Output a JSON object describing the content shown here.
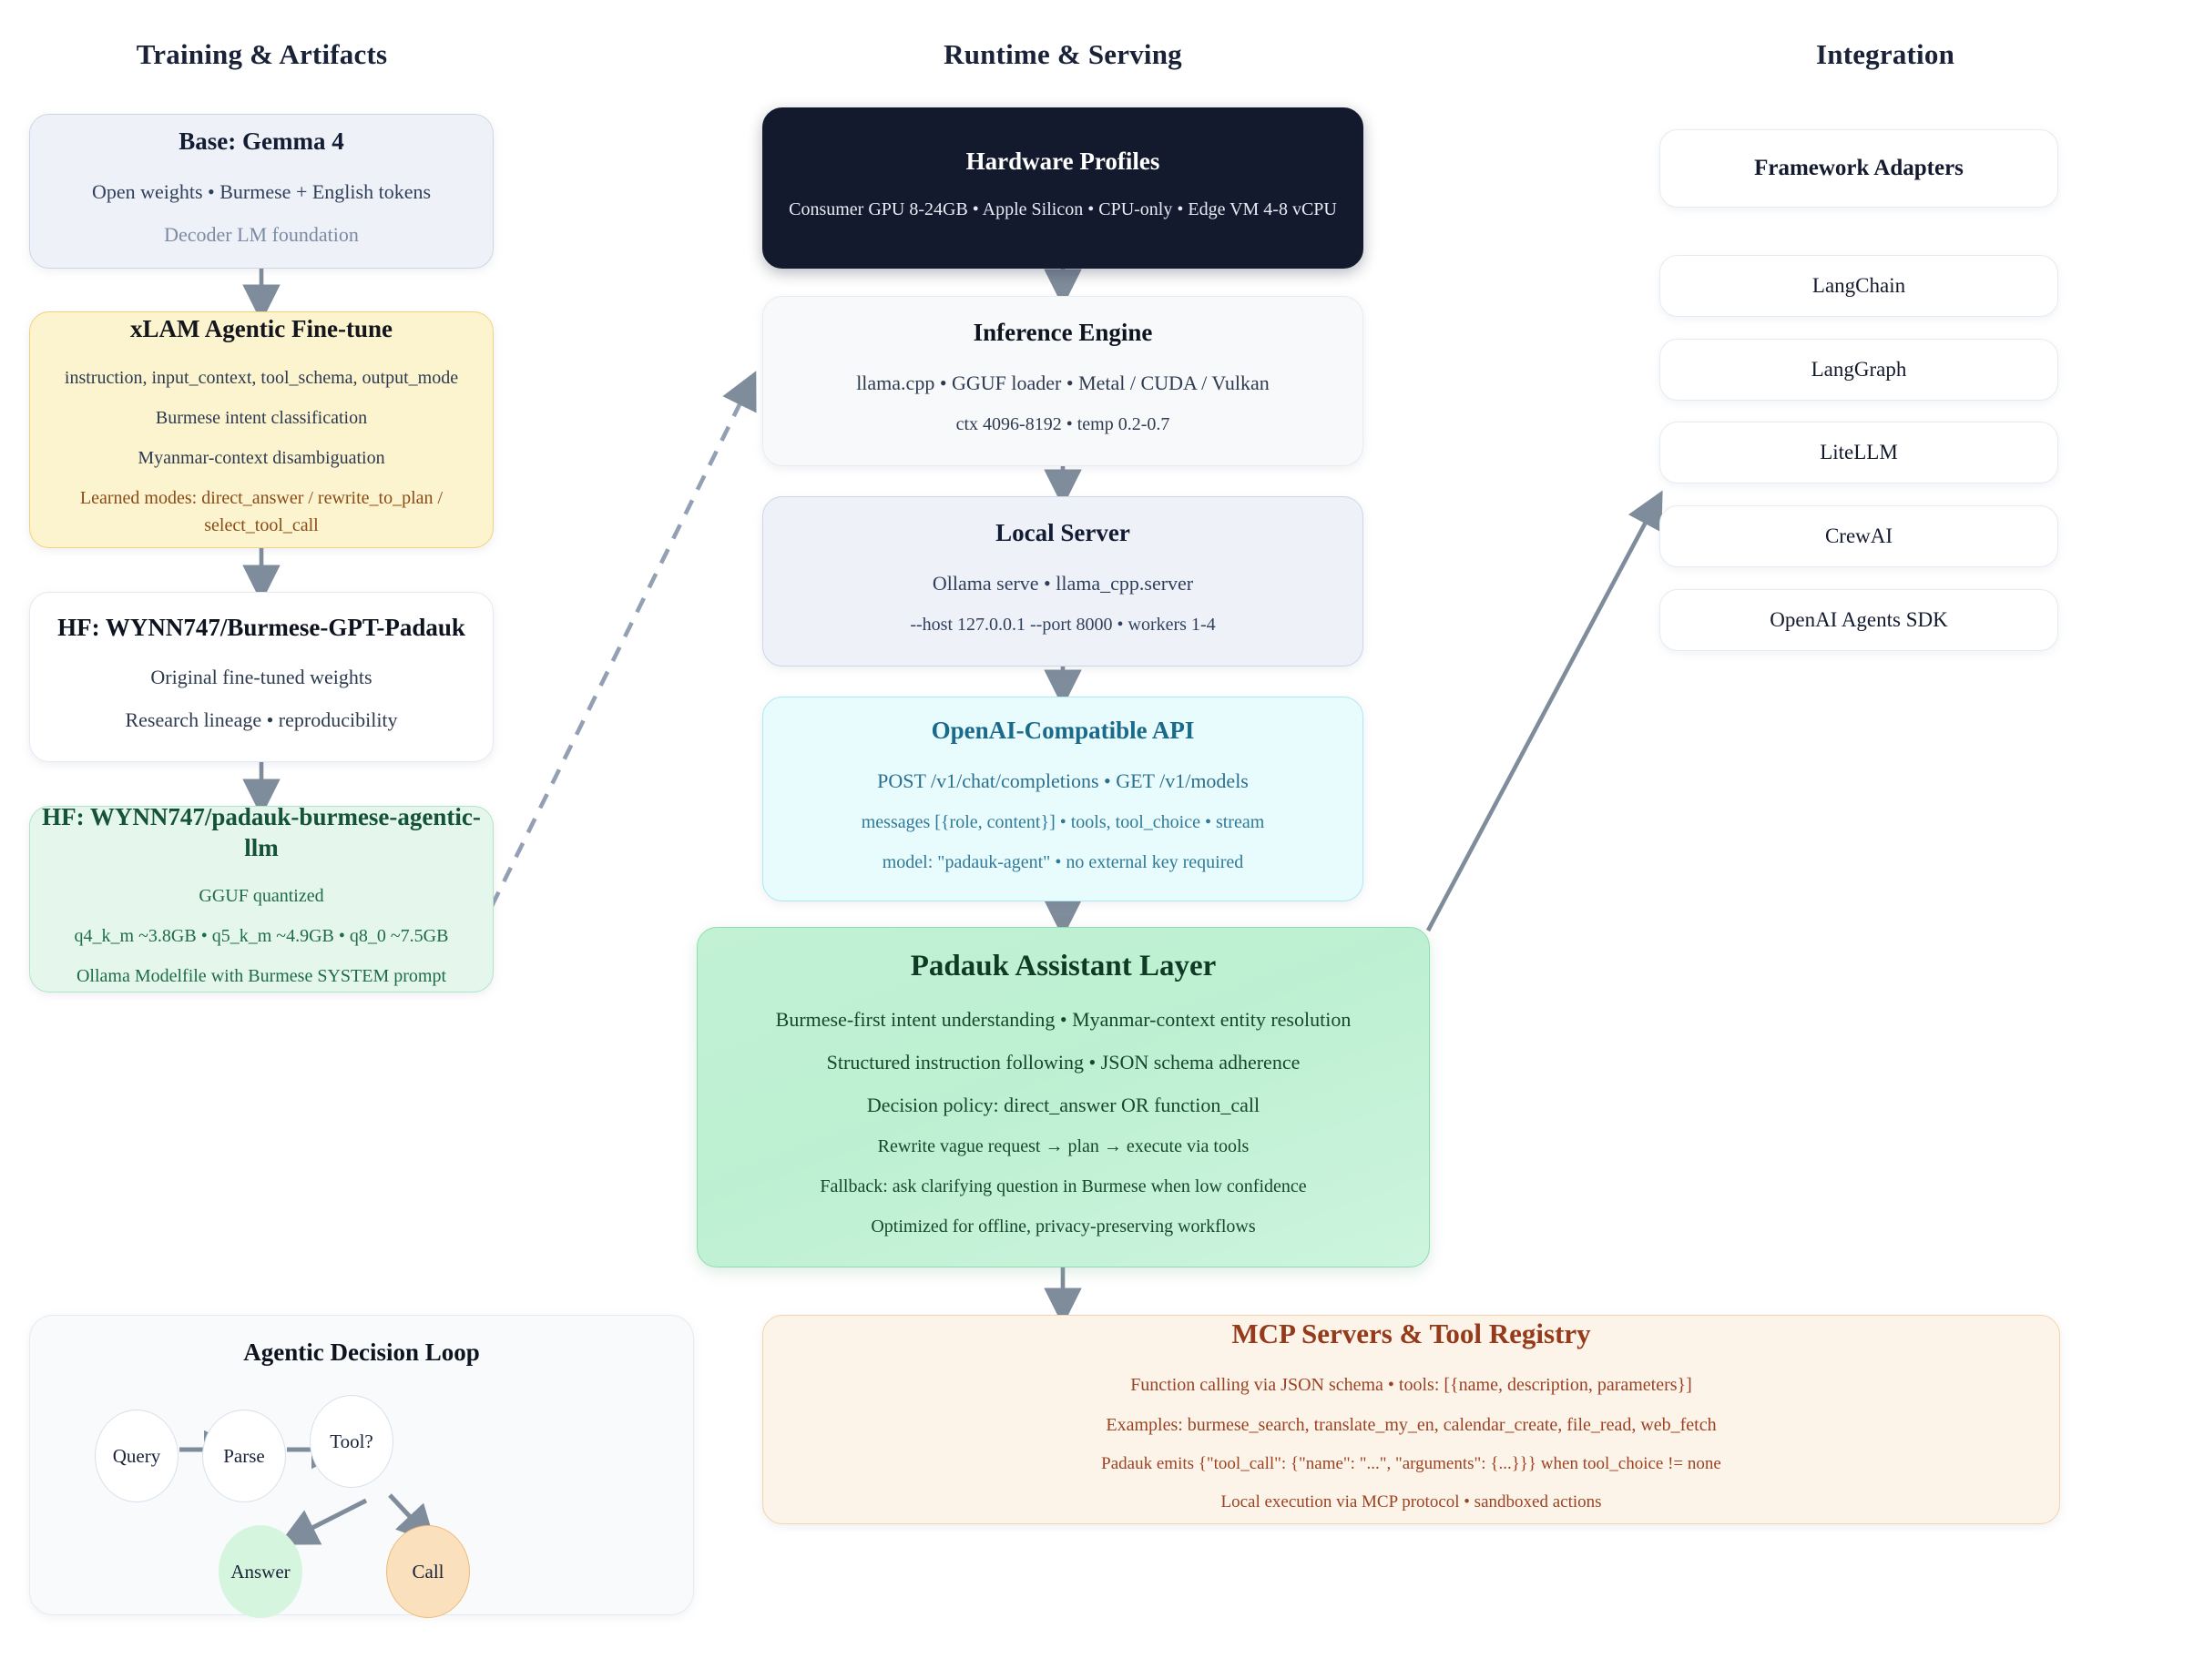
{
  "columns": {
    "training": "Training & Artifacts",
    "runtime": "Runtime & Serving",
    "integration": "Integration"
  },
  "colors": {
    "arrow": "#7f8c9b",
    "header": "#1a2238",
    "amber_accent": "#8a4b16",
    "mint_title": "#145239",
    "cyan_title": "#1a6a8c",
    "green_title": "#0f3a23",
    "peach_title": "#963a1c",
    "dark_panel": "#141a2e"
  },
  "training": {
    "base": {
      "title": "Base: Gemma 4",
      "l1": "Open weights • Burmese + English tokens",
      "l2": "Decoder LM foundation"
    },
    "xlam": {
      "title": "xLAM Agentic Fine-tune",
      "l1": "instruction, input_context, tool_schema, output_mode",
      "l2": "Burmese intent classification",
      "l3": "Myanmar-context disambiguation",
      "l4": "Learned modes: direct_answer / rewrite_to_plan / select_tool_call"
    },
    "hf_original": {
      "title": "HF: WYNN747/Burmese-GPT-Padauk",
      "l1": "Original fine-tuned weights",
      "l2": "Research lineage • reproducibility"
    },
    "hf_gguf": {
      "title": "HF: WYNN747/padauk-burmese-agentic-llm",
      "l1": "GGUF quantized",
      "l2": "q4_k_m ~3.8GB • q5_k_m ~4.9GB • q8_0 ~7.5GB",
      "l3": "Ollama Modelfile with Burmese SYSTEM prompt"
    }
  },
  "runtime": {
    "hardware": {
      "title": "Hardware Profiles",
      "l1": "Consumer GPU 8-24GB • Apple Silicon • CPU-only • Edge VM 4-8 vCPU"
    },
    "engine": {
      "title": "Inference Engine",
      "l1": "llama.cpp • GGUF loader • Metal / CUDA / Vulkan",
      "l2": "ctx 4096-8192 • temp 0.2-0.7"
    },
    "server": {
      "title": "Local Server",
      "l1": "Ollama serve • llama_cpp.server",
      "l2": "--host 127.0.0.1 --port 8000 • workers 1-4"
    },
    "api": {
      "title": "OpenAI-Compatible API",
      "l1": "POST /v1/chat/completions • GET /v1/models",
      "l2": "messages [{role, content}] • tools, tool_choice • stream",
      "l3": "model: \"padauk-agent\" • no external key required"
    },
    "padauk": {
      "title": "Padauk Assistant Layer",
      "l1": "Burmese-first intent understanding • Myanmar-context entity resolution",
      "l2": "Structured instruction following • JSON schema adherence",
      "l3": "Decision policy: direct_answer OR function_call",
      "l4": "Rewrite vague request → plan → execute via tools",
      "l5": "Fallback: ask clarifying question in Burmese when low confidence",
      "l6": "Optimized for offline, privacy-preserving workflows"
    },
    "mcp": {
      "title": "MCP Servers & Tool Registry",
      "l1": "Function calling via JSON schema • tools: [{name, description, parameters}]",
      "l2": "Examples: burmese_search, translate_my_en, calendar_create, file_read, web_fetch",
      "l3": "Padauk emits {\"tool_call\": {\"name\": \"...\", \"arguments\": {...}}} when tool_choice != none",
      "l4": "Local execution via MCP protocol • sandboxed actions"
    }
  },
  "integration": {
    "header_chip": "Framework Adapters",
    "adapters": [
      "LangChain",
      "LangGraph",
      "LiteLLM",
      "CrewAI",
      "OpenAI Agents SDK"
    ]
  },
  "loop": {
    "title": "Agentic Decision Loop",
    "nodes": [
      {
        "label": "Query",
        "kind": "white"
      },
      {
        "label": "Parse",
        "kind": "white"
      },
      {
        "label": "Tool?",
        "kind": "white"
      },
      {
        "label": "Answer",
        "kind": "green"
      },
      {
        "label": "Call",
        "kind": "orange"
      }
    ]
  }
}
